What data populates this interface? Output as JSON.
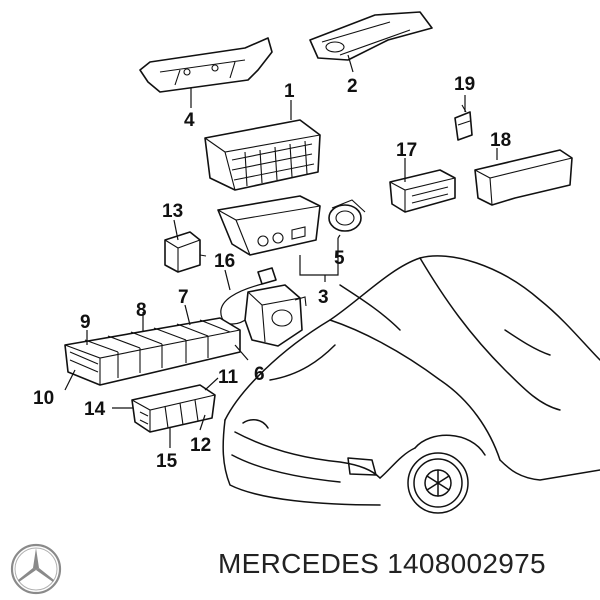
{
  "footer": {
    "brand": "MERCEDES",
    "part_number": "1408002975"
  },
  "callouts": [
    {
      "id": "c1",
      "label": "1"
    },
    {
      "id": "c2",
      "label": "2"
    },
    {
      "id": "c3",
      "label": "3"
    },
    {
      "id": "c4",
      "label": "4"
    },
    {
      "id": "c5",
      "label": "5"
    },
    {
      "id": "c6",
      "label": "6"
    },
    {
      "id": "c7",
      "label": "7"
    },
    {
      "id": "c8",
      "label": "8"
    },
    {
      "id": "c9",
      "label": "9"
    },
    {
      "id": "c10",
      "label": "10"
    },
    {
      "id": "c11",
      "label": "11"
    },
    {
      "id": "c12",
      "label": "12"
    },
    {
      "id": "c13",
      "label": "13"
    },
    {
      "id": "c14",
      "label": "14"
    },
    {
      "id": "c15",
      "label": "15"
    },
    {
      "id": "c16",
      "label": "16"
    },
    {
      "id": "c17",
      "label": "17"
    },
    {
      "id": "c18",
      "label": "18"
    },
    {
      "id": "c19",
      "label": "19"
    }
  ],
  "icons": {
    "logo": "mercedes-star-icon"
  }
}
